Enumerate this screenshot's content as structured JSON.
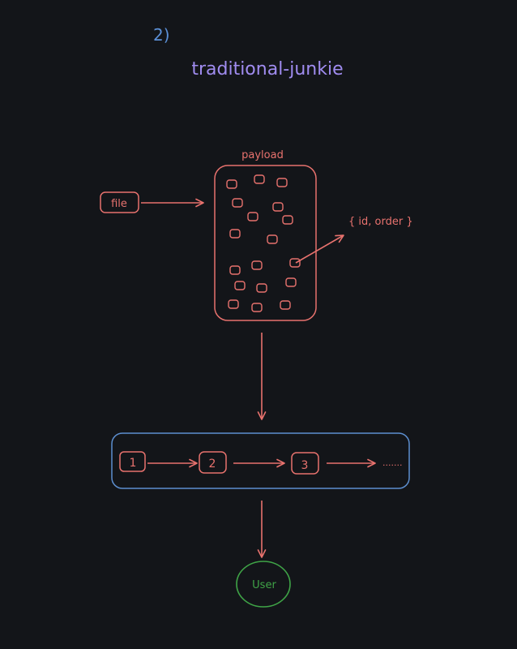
{
  "heading": {
    "number": "2)",
    "title": "traditional-junkie"
  },
  "colors": {
    "background": "#131519",
    "number": "#5b8fd6",
    "title": "#a08cf0",
    "red": "#e8726e",
    "blue": "#5d8fd0",
    "green": "#3fa447"
  },
  "diagram": {
    "file_label": "file",
    "payload_label": "payload",
    "record_label": "{ id, order }",
    "steps": [
      "1",
      "2",
      "3"
    ],
    "ellipsis": ".......",
    "user_label": "User"
  }
}
